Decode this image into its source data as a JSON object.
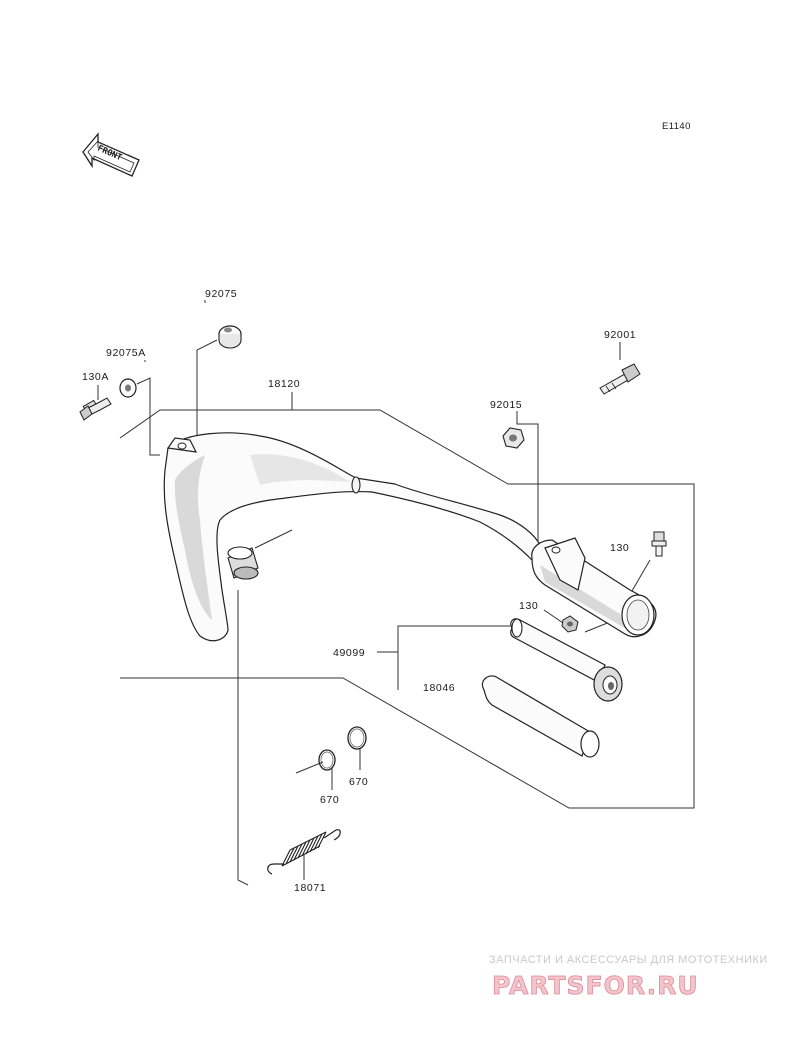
{
  "diagram_code": "E1140",
  "front_indicator": "FRONT",
  "labels": {
    "p92075": "92075",
    "p92075A": "92075A",
    "p130A": "130A",
    "p18120": "18120",
    "p92001": "92001",
    "p92015": "92015",
    "p130_top": "130",
    "p130_mid": "130",
    "p49099": "49099",
    "p18046": "18046",
    "p670_a": "670",
    "p670_b": "670",
    "p18071": "18071"
  },
  "watermark": {
    "subtitle": "ЗАПЧАСТИ И АКСЕССУАРЫ ДЛЯ МОТОТЕХНИКИ",
    "brand": "PARTSFOR.RU"
  }
}
